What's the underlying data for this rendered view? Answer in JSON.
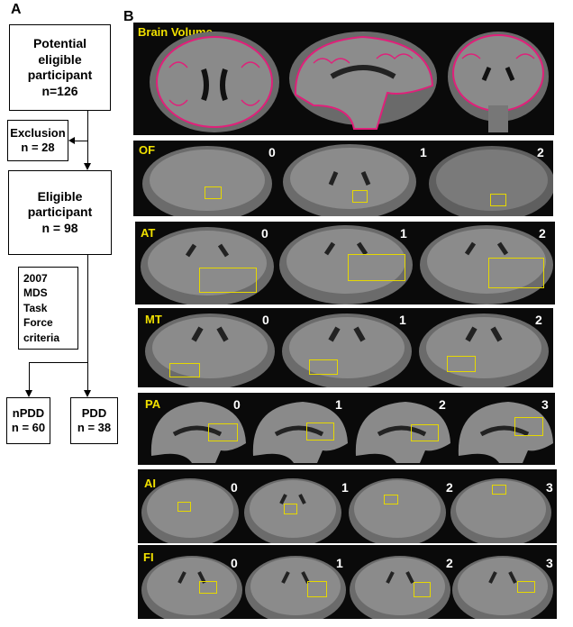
{
  "panel_labels": {
    "a": "A",
    "b": "B"
  },
  "flowchart": {
    "potential": [
      "Potential",
      "eligible",
      "participant",
      "n=126"
    ],
    "exclusion": [
      "Exclusion",
      "n = 28"
    ],
    "eligible": [
      "Eligible",
      "participant",
      "n = 98"
    ],
    "criteria": [
      "2007",
      "MDS",
      "Task",
      "Force",
      "criteria"
    ],
    "npdd": [
      "nPDD",
      "n = 60"
    ],
    "pdd": [
      "PDD",
      "n = 38"
    ]
  },
  "mri": {
    "brain_volume_label": "Brain  Volume",
    "rows": [
      {
        "label": "OF",
        "scores": [
          "0",
          "1",
          "2"
        ]
      },
      {
        "label": "AT",
        "scores": [
          "0",
          "1",
          "2"
        ]
      },
      {
        "label": "MT",
        "scores": [
          "0",
          "1",
          "2"
        ]
      },
      {
        "label": "PA",
        "scores": [
          "0",
          "1",
          "2",
          "3"
        ]
      },
      {
        "label": "AI",
        "scores": [
          "0",
          "1",
          "2",
          "3"
        ]
      },
      {
        "label": "FI",
        "scores": [
          "0",
          "1",
          "2",
          "3"
        ]
      }
    ]
  },
  "colors": {
    "roi_box": "#e6d800",
    "brain_outline": "#e0207a",
    "row_label": "#f0e000"
  }
}
